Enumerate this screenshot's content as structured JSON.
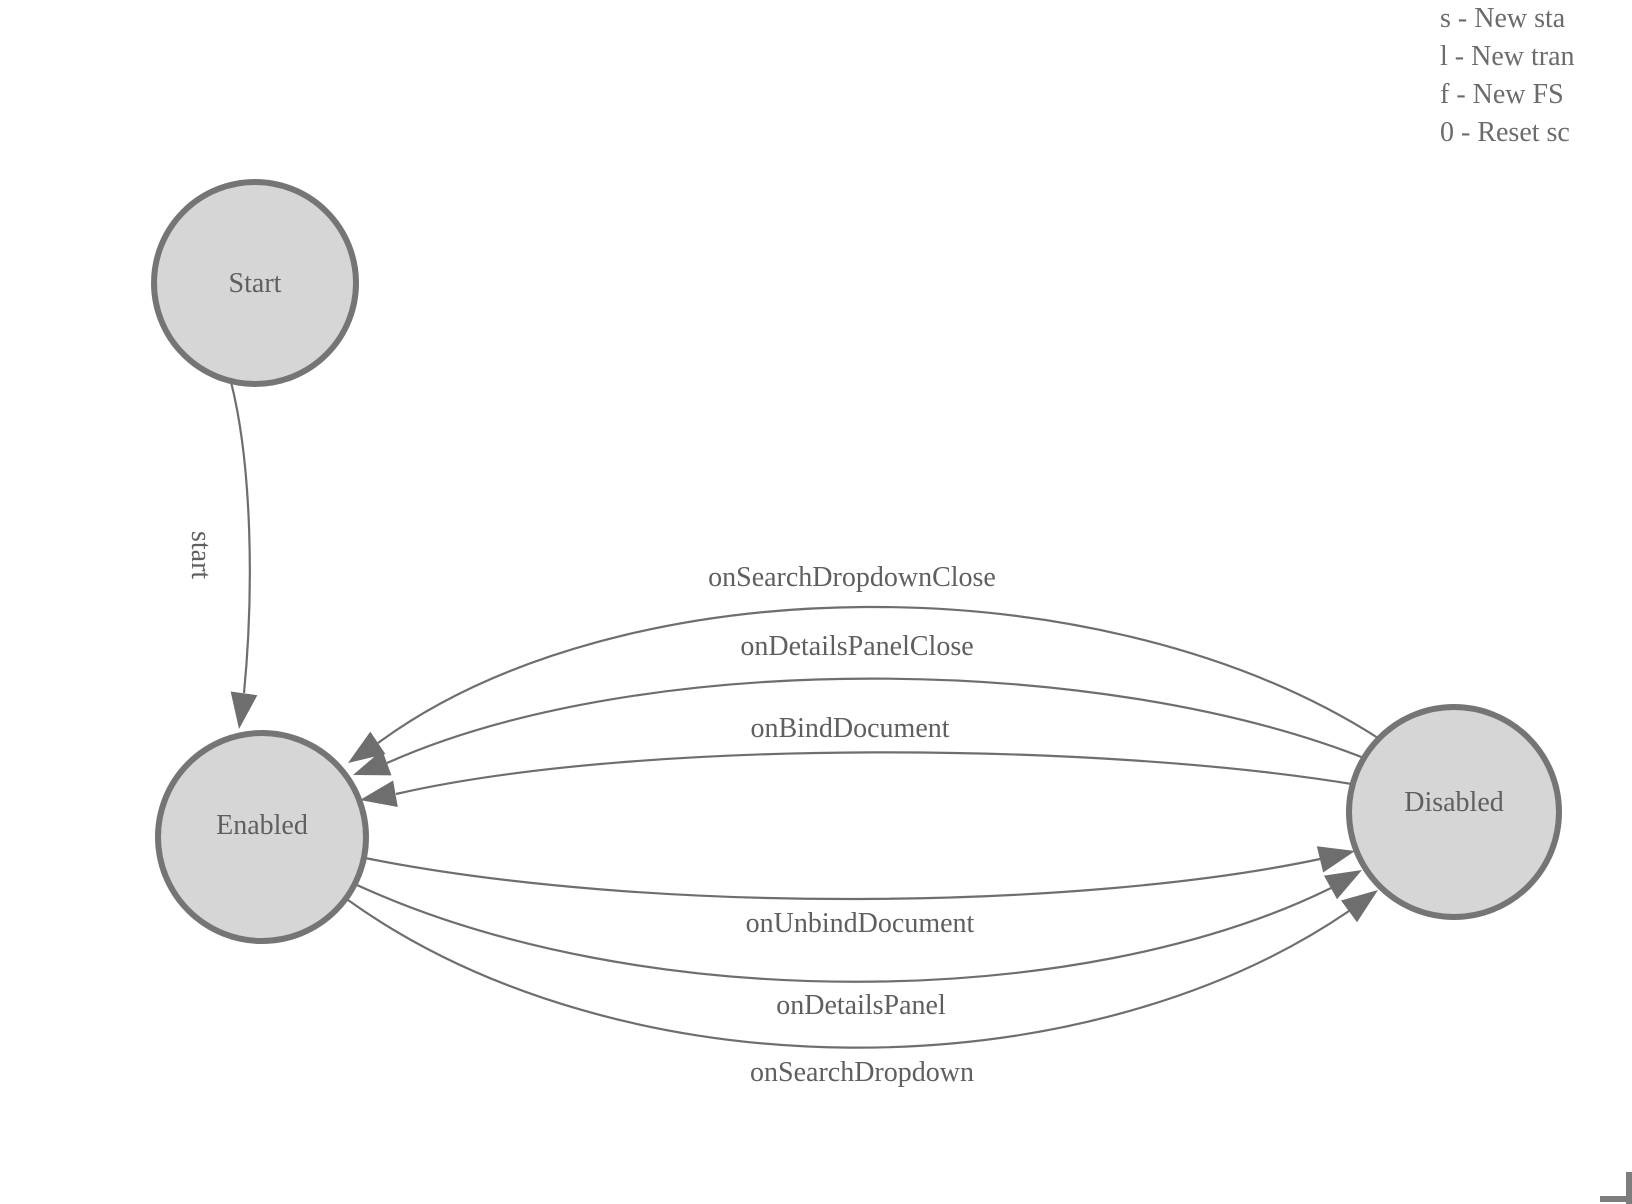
{
  "canvas": {
    "background": "#ffffff",
    "node_fill": "#d6d6d6",
    "node_stroke": "#757575",
    "edge_color": "#6e6e6e",
    "label_color": "#5f5f5f",
    "help_text_color": "#6b6b6b"
  },
  "help": {
    "lines": [
      "s - New sta",
      "l - New tran",
      "f - New FS",
      "0 - Reset sc"
    ]
  },
  "states": [
    {
      "label": "Start"
    },
    {
      "label": "Enabled"
    },
    {
      "label": "Disabled"
    }
  ],
  "transitions": [
    {
      "from": "Start",
      "to": "Enabled",
      "label": "start"
    },
    {
      "from": "Disabled",
      "to": "Enabled",
      "label": "onSearchDropdownClose"
    },
    {
      "from": "Disabled",
      "to": "Enabled",
      "label": "onDetailsPanelClose"
    },
    {
      "from": "Disabled",
      "to": "Enabled",
      "label": "onBindDocument"
    },
    {
      "from": "Enabled",
      "to": "Disabled",
      "label": "onUnbindDocument"
    },
    {
      "from": "Enabled",
      "to": "Disabled",
      "label": "onDetailsPanel"
    },
    {
      "from": "Enabled",
      "to": "Disabled",
      "label": "onSearchDropdown"
    }
  ]
}
